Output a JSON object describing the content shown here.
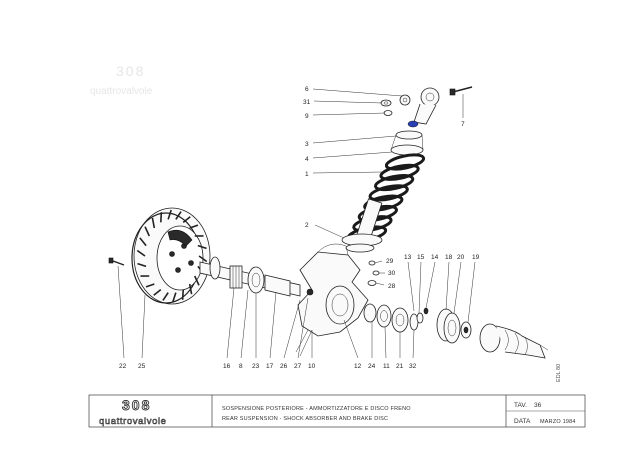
{
  "watermark": {
    "model": "308",
    "name": "quattrovalvole"
  },
  "title_block": {
    "logo_model": "308",
    "logo_name": "quattrovalvole",
    "title_it": "SOSPENSIONE POSTERIORE - AMMORTIZZATORE E DISCO FRENO",
    "title_en": "REAR SUSPENSION - SHOCK ABSORBER AND BRAKE DISC",
    "tav_label": "TAV.",
    "tav_value": "36",
    "data_label": "DATA",
    "data_value": "MARZO 1984"
  },
  "drawing_code": "EDL 80",
  "callouts": [
    {
      "key": "c6",
      "label": "6"
    },
    {
      "key": "c31",
      "label": "31"
    },
    {
      "key": "c9",
      "label": "9"
    },
    {
      "key": "c3",
      "label": "3"
    },
    {
      "key": "c4",
      "label": "4"
    },
    {
      "key": "c1",
      "label": "1"
    },
    {
      "key": "c7",
      "label": "7"
    },
    {
      "key": "c2",
      "label": "2"
    },
    {
      "key": "c29",
      "label": "29"
    },
    {
      "key": "c30",
      "label": "30"
    },
    {
      "key": "c28",
      "label": "28"
    },
    {
      "key": "c13",
      "label": "13"
    },
    {
      "key": "c15",
      "label": "15"
    },
    {
      "key": "c14",
      "label": "14"
    },
    {
      "key": "c18",
      "label": "18"
    },
    {
      "key": "c20",
      "label": "20"
    },
    {
      "key": "c19",
      "label": "19"
    },
    {
      "key": "c22",
      "label": "22"
    },
    {
      "key": "c25",
      "label": "25"
    },
    {
      "key": "c16",
      "label": "16"
    },
    {
      "key": "c8",
      "label": "8"
    },
    {
      "key": "c23",
      "label": "23"
    },
    {
      "key": "c17",
      "label": "17"
    },
    {
      "key": "c26",
      "label": "26"
    },
    {
      "key": "c27",
      "label": "27"
    },
    {
      "key": "c10",
      "label": "10"
    },
    {
      "key": "c12",
      "label": "12"
    },
    {
      "key": "c24",
      "label": "24"
    },
    {
      "key": "c11",
      "label": "11"
    },
    {
      "key": "c21",
      "label": "21"
    },
    {
      "key": "c32",
      "label": "32"
    }
  ]
}
